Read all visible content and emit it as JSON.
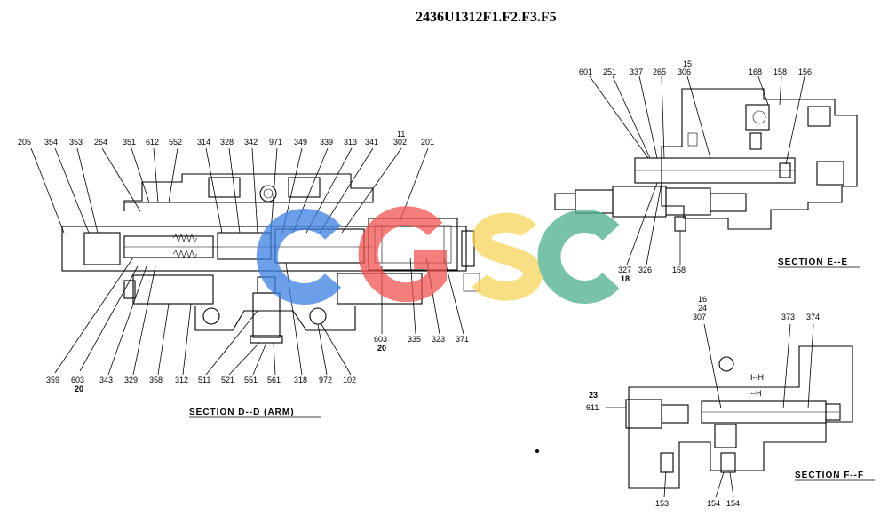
{
  "title": "2436U1312F1.F2.F3.F5",
  "sections": {
    "dd": "SECTION D--D  (ARM)",
    "ee": "SECTION E--E",
    "ff": "SECTION F--F",
    "view_h1": "I--H",
    "view_h2": "--H"
  },
  "watermark": {
    "letters": [
      "C",
      "G",
      "S",
      "C"
    ],
    "colors": [
      "#3b7fe3",
      "#ef5350",
      "#f8d55a",
      "#4caf8a"
    ]
  },
  "labels": {
    "l205": "205",
    "l354": "354",
    "l353": "353",
    "l264": "264",
    "l351": "351",
    "l612": "612",
    "l552": "552",
    "l314": "314",
    "l328": "328",
    "l342": "342",
    "l971": "971",
    "l349": "349",
    "l339": "339",
    "l313": "313",
    "l341": "341",
    "l11": "11",
    "l302": "302",
    "l201": "201",
    "l359": "359",
    "l603a": "603",
    "l20a": "20",
    "l343": "343",
    "l329": "329",
    "l358": "358",
    "l312": "312",
    "l511": "511",
    "l521": "521",
    "l551": "551",
    "l561": "561",
    "l318": "318",
    "l972": "972",
    "l102": "102",
    "l603b": "603",
    "l20b": "20",
    "l335": "335",
    "l323": "323",
    "l371": "371",
    "l601": "601",
    "l251": "251",
    "l337": "337",
    "l265": "265",
    "l15": "15",
    "l306": "306",
    "l168": "168",
    "l158a": "158",
    "l156": "156",
    "l327": "327",
    "l326": "326",
    "l18": "18",
    "l158b": "158",
    "l16": "16",
    "l24": "24",
    "l307": "307",
    "l373": "373",
    "l374": "374",
    "l23": "23",
    "l611": "611",
    "l153": "153",
    "l154a": "154",
    "l154b": "154"
  }
}
